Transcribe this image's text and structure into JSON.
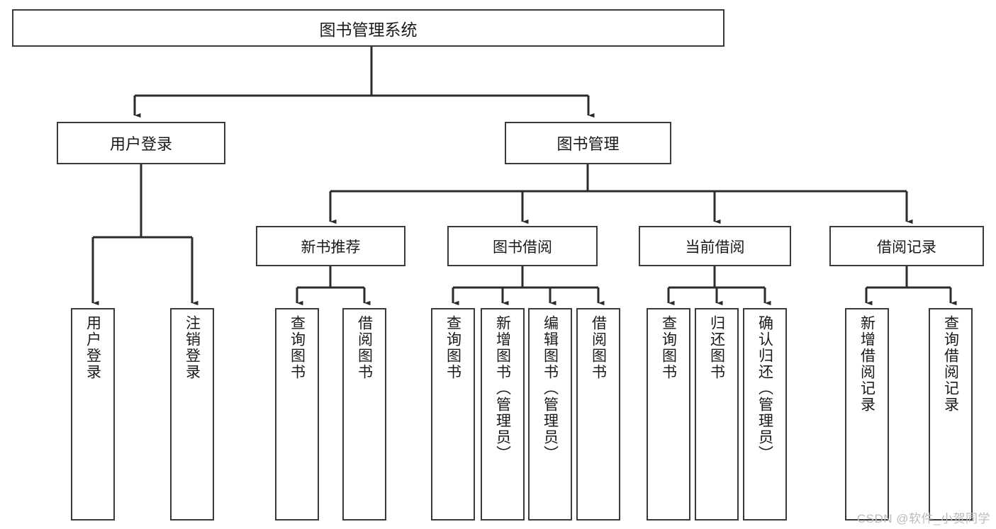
{
  "diagram": {
    "title": "图书管理系统",
    "type": "hierarchy-tree",
    "root": {
      "label": "图书管理系统"
    },
    "level2": [
      {
        "label": "用户登录"
      },
      {
        "label": "图书管理"
      }
    ],
    "level3": [
      {
        "label": "新书推荐"
      },
      {
        "label": "图书借阅"
      },
      {
        "label": "当前借阅"
      },
      {
        "label": "借阅记录"
      }
    ],
    "leaves": {
      "user_login": [
        {
          "label": "用户登录"
        },
        {
          "label": "注销登录"
        }
      ],
      "new_book_recommend": [
        {
          "label": "查询图书"
        },
        {
          "label": "借阅图书"
        }
      ],
      "book_borrow": [
        {
          "label": "查询图书"
        },
        {
          "label": "新增图书（管理员）"
        },
        {
          "label": "编辑图书（管理员）"
        },
        {
          "label": "借阅图书"
        }
      ],
      "current_borrow": [
        {
          "label": "查询图书"
        },
        {
          "label": "归还图书"
        },
        {
          "label": "确认归还（管理员）"
        }
      ],
      "borrow_record": [
        {
          "label": "新增借阅记录"
        },
        {
          "label": "查询借阅记录"
        }
      ]
    }
  },
  "watermark": {
    "text": "CSDN @软件_小贺同学"
  },
  "colors": {
    "box_border": "#3a3a3a",
    "box_fill": "#ffffff",
    "connector": "#2b2b2b",
    "text": "#1a1a1a",
    "watermark": "#b9bcc0"
  }
}
